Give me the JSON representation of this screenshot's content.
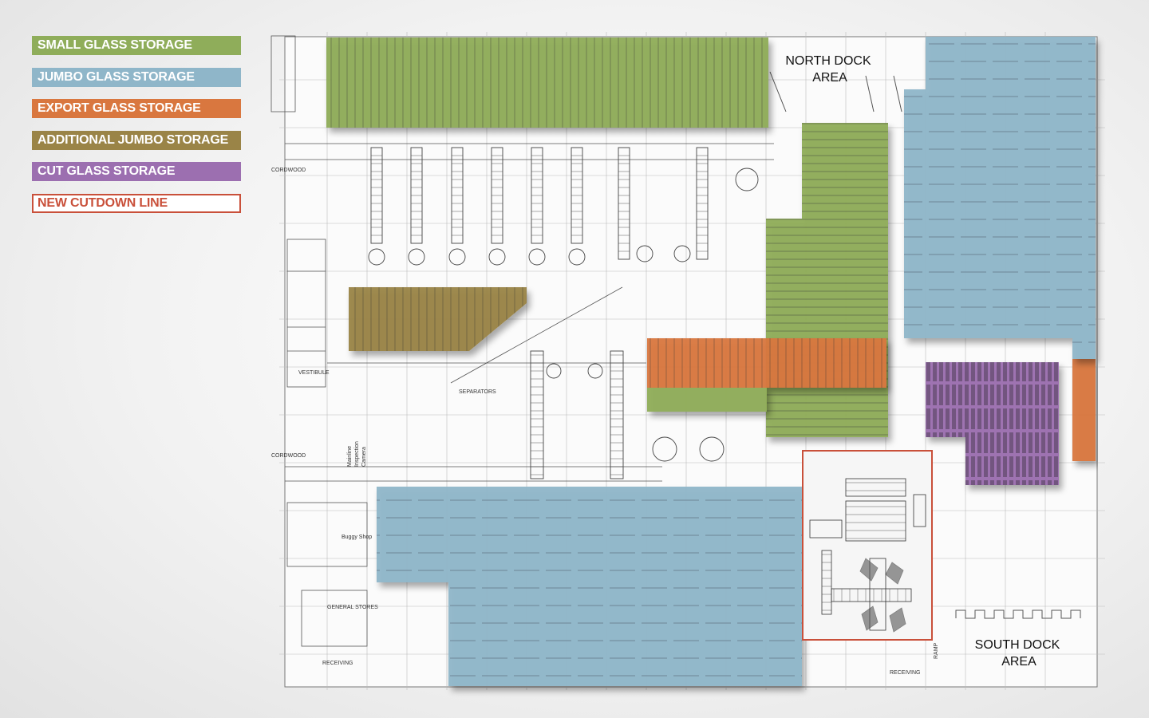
{
  "legend": [
    {
      "label": "SMALL GLASS STORAGE",
      "color": "#8fad5a",
      "style": "fill"
    },
    {
      "label": "JUMBO GLASS STORAGE",
      "color": "#8fb6c9",
      "style": "fill"
    },
    {
      "label": "EXPORT GLASS STORAGE",
      "color": "#d9773f",
      "style": "fill"
    },
    {
      "label": "ADDITIONAL JUMBO STORAGE",
      "color": "#9a8447",
      "style": "fill"
    },
    {
      "label": "CUT GLASS STORAGE",
      "color": "#9c6fb0",
      "style": "fill"
    },
    {
      "label": "NEW CUTDOWN LINE",
      "color": "#c9503a",
      "style": "outline"
    }
  ],
  "areas": {
    "north_dock": [
      "NORTH DOCK",
      "AREA"
    ],
    "south_dock": [
      "SOUTH DOCK",
      "AREA"
    ]
  },
  "plan_labels": {
    "cordwood_top": "CORDWOOD",
    "cordwood_bottom": "CORDWOOD",
    "mainline_inspection": "Mainline",
    "mainline_inspection_2": "Inspection",
    "mainline_inspection_3": "Camera",
    "buggy_shop": "Buggy Shop",
    "receiving": "RECEIVING",
    "ramp": "RAMP",
    "vestibule": "VESTIBULE",
    "general_stores": "GENERAL STORES",
    "separators": "SEPARATORS"
  },
  "colors": {
    "green": "#8fad5a",
    "blue": "#8fb6c9",
    "orange": "#d9773f",
    "brown": "#9a8447",
    "purple": "#9c6fb0",
    "red_outline": "#c9503a"
  }
}
